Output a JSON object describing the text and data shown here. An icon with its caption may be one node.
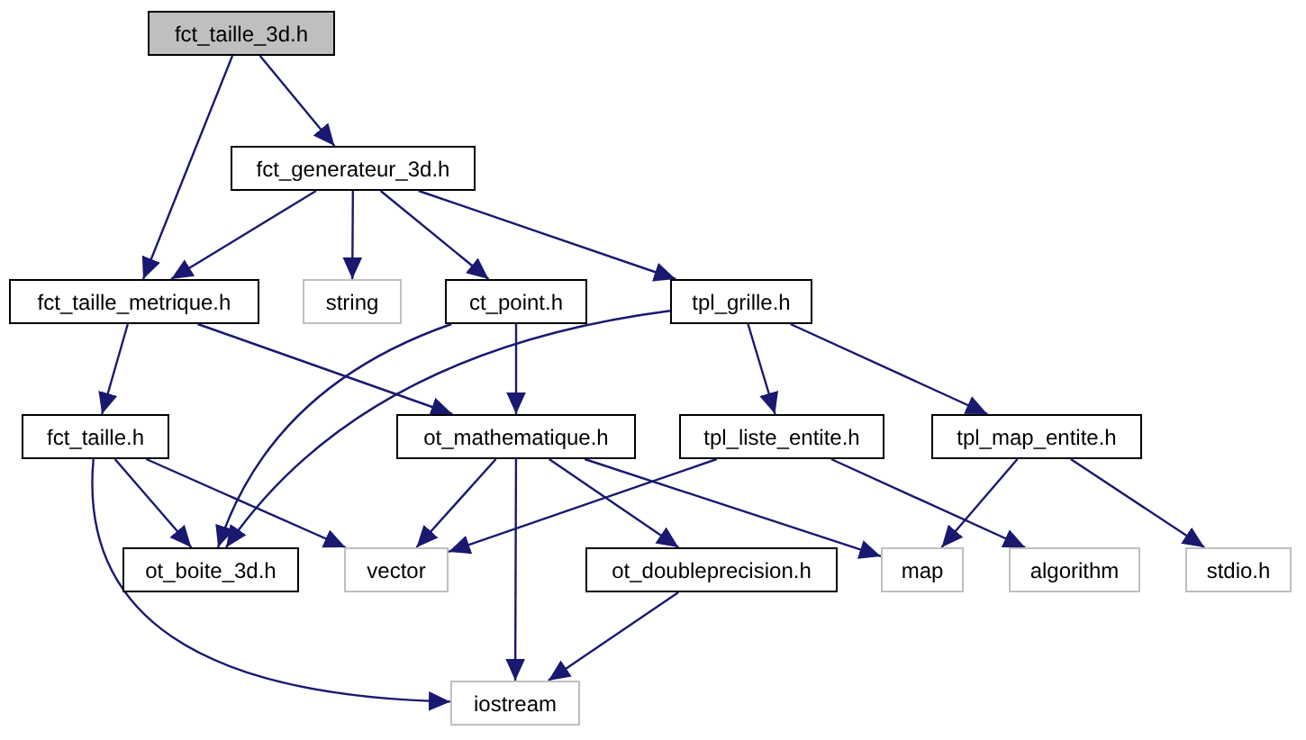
{
  "diagram": {
    "nodes": [
      {
        "text": [
          "fct_taille_3d.h"
        ]
      },
      {
        "text": [
          "fct_generateur_3d.h"
        ]
      },
      {
        "text": [
          "fct_taille_metrique.h"
        ]
      },
      {
        "text": [
          "string"
        ]
      },
      {
        "text": [
          "ct_point.h"
        ]
      },
      {
        "text": [
          "tpl_grille.h"
        ]
      },
      {
        "text": [
          "fct_taille.h"
        ]
      },
      {
        "text": [
          "ot_mathematique.h"
        ]
      },
      {
        "text": [
          "tpl_liste_entite.h"
        ]
      },
      {
        "text": [
          "tpl_map_entite.h"
        ]
      },
      {
        "text": [
          "ot_boite_3d.h"
        ]
      },
      {
        "text": [
          "vector"
        ]
      },
      {
        "text": [
          "ot_doubleprecision.h"
        ]
      },
      {
        "text": [
          "map"
        ]
      },
      {
        "text": [
          "algorithm"
        ]
      },
      {
        "text": [
          "stdio.h"
        ]
      },
      {
        "text": [
          "iostream"
        ]
      }
    ],
    "edges": [
      {
        "from": 0,
        "to": 2,
        "arrow": "to"
      },
      {
        "from": 0,
        "to": 1,
        "arrow": "to"
      },
      {
        "from": 1,
        "to": 2,
        "arrow": "to"
      },
      {
        "from": 1,
        "to": 3,
        "arrow": "to"
      },
      {
        "from": 1,
        "to": 4,
        "arrow": "to"
      },
      {
        "from": 1,
        "to": 5,
        "arrow": "to"
      },
      {
        "from": 2,
        "to": 6,
        "arrow": "to"
      },
      {
        "from": 2,
        "to": 7,
        "arrow": "to"
      },
      {
        "from": 4,
        "to": 10,
        "arrow": "to"
      },
      {
        "from": 4,
        "to": 7,
        "arrow": "to"
      },
      {
        "from": 5,
        "to": 10,
        "arrow": "to"
      },
      {
        "from": 5,
        "to": 8,
        "arrow": "to"
      },
      {
        "from": 5,
        "to": 9,
        "arrow": "to"
      },
      {
        "from": 6,
        "to": 10,
        "arrow": "to"
      },
      {
        "from": 6,
        "to": 11,
        "arrow": "to"
      },
      {
        "from": 6,
        "to": 16,
        "arrow": "to"
      },
      {
        "from": 7,
        "to": 11,
        "arrow": "to"
      },
      {
        "from": 7,
        "to": 16,
        "arrow": "to"
      },
      {
        "from": 7,
        "to": 12,
        "arrow": "to"
      },
      {
        "from": 7,
        "to": 13,
        "arrow": "to"
      },
      {
        "from": 8,
        "to": 11,
        "arrow": "to"
      },
      {
        "from": 8,
        "to": 14,
        "arrow": "to"
      },
      {
        "from": 9,
        "to": 13,
        "arrow": "to"
      },
      {
        "from": 9,
        "to": 15,
        "arrow": "to"
      },
      {
        "from": 12,
        "to": 16,
        "arrow": "to"
      }
    ]
  }
}
